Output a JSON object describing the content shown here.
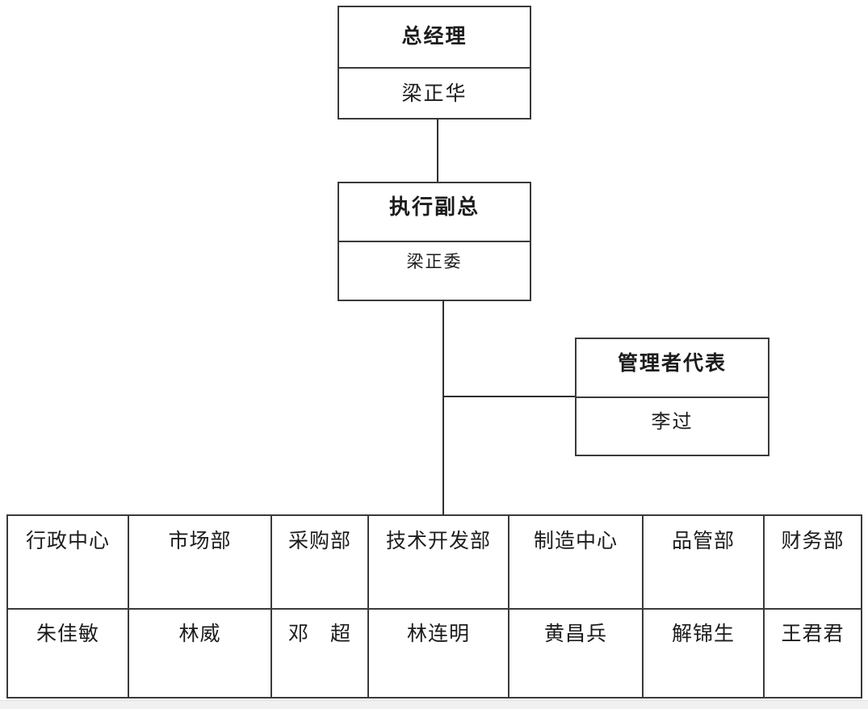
{
  "org_chart": {
    "top_node": {
      "title": "总经理",
      "name": "梁正华"
    },
    "middle_node": {
      "title": "执行副总",
      "name": "梁正委"
    },
    "side_node": {
      "title": "管理者代表",
      "name": "李过"
    },
    "departments": [
      {
        "dept": "行政中心",
        "head": "朱佳敏"
      },
      {
        "dept": "市场部",
        "head": "林威"
      },
      {
        "dept": "采购部",
        "head": "邓　超"
      },
      {
        "dept": "技术开发部",
        "head": "林连明"
      },
      {
        "dept": "制造中心",
        "head": "黄昌兵"
      },
      {
        "dept": "品管部",
        "head": "解锦生"
      },
      {
        "dept": "财务部",
        "head": "王君君"
      }
    ],
    "colors": {
      "line": "#3a3a3a",
      "text": "#1c1c1c",
      "background": "#ffffff"
    }
  }
}
